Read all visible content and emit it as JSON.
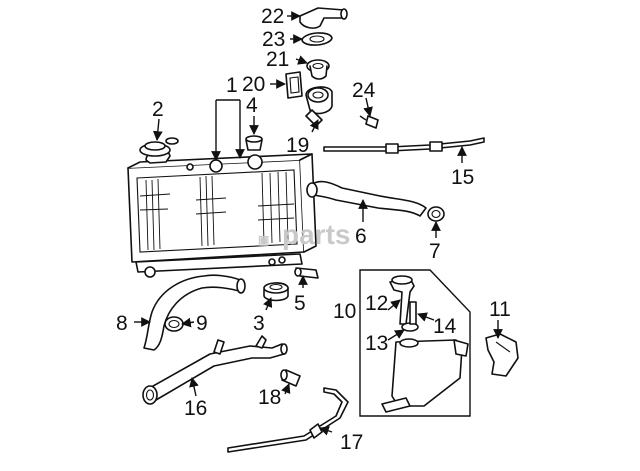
{
  "diagram": {
    "callouts": [
      "1",
      "2",
      "3",
      "4",
      "5",
      "6",
      "7",
      "8",
      "9",
      "10",
      "11",
      "12",
      "13",
      "14",
      "15",
      "16",
      "17",
      "18",
      "19",
      "20",
      "21",
      "22",
      "23",
      "24"
    ]
  },
  "watermark": {
    "text": "parts"
  }
}
